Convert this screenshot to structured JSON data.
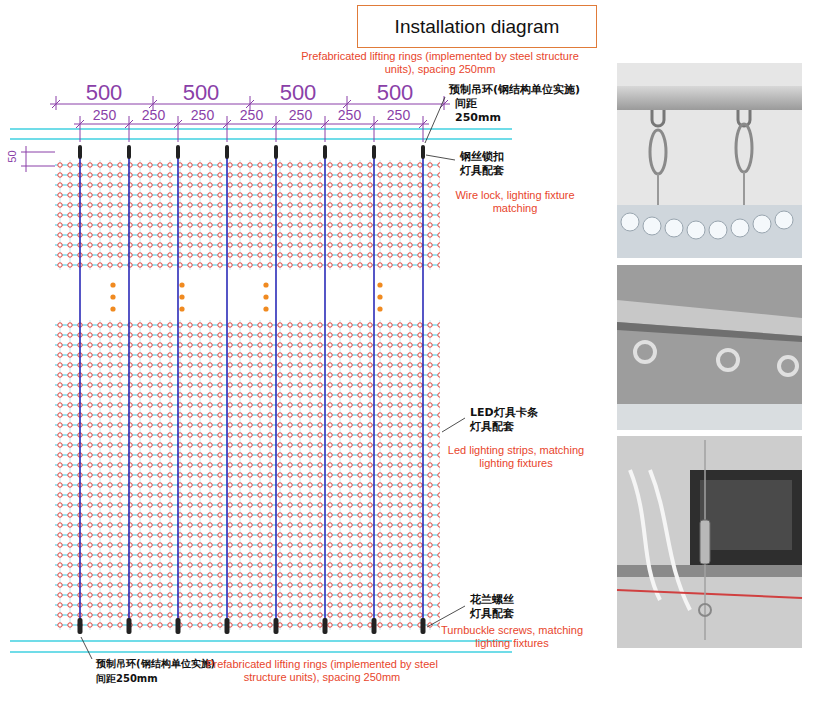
{
  "diagram": {
    "title": "Installation diagram",
    "labels": [
      "500",
      "500",
      "500",
      "500",
      "250",
      "250",
      "250",
      "250",
      "250",
      "250",
      "250",
      "50",
      "Prefabricated lifting rings (implemented by steel structure units), spacing 250mm",
      "预制吊环(钢结构单位实施)",
      "间距",
      "250mm",
      "钢丝锁扣",
      "灯具配套",
      "Wire lock, lighting fixture matching",
      "LED灯具卡条",
      "灯具配套",
      "Led lighting strips, matching lighting fixtures",
      "花兰螺丝",
      "灯具配套",
      "Turnbuckle screws, matching lighting fixtures",
      "预制吊环(钢结构单位实施)",
      "间距250mm",
      "Prefabricated lifting rings (implemented by steel structure units), spacing 250mm"
    ]
  }
}
